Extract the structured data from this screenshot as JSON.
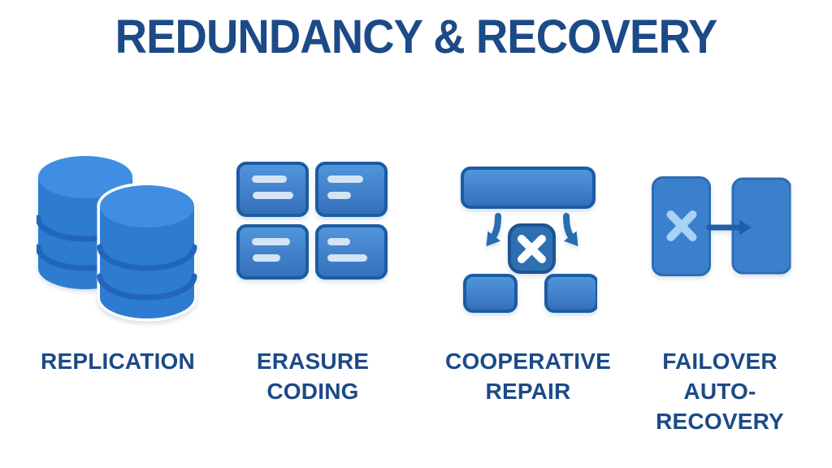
{
  "title": "REDUNDANCY & RECOVERY",
  "palette": {
    "heading_text": "#1c4a87",
    "icon_primary_blue": "#2f7dd3",
    "icon_dark_border": "#1a5ca4",
    "icon_light_detail": "#d3e4f7",
    "background": "#ffffff"
  },
  "items": [
    {
      "label": "REPLICATION",
      "icon": "database-replication-icon"
    },
    {
      "label": "ERASURE\nCODING",
      "icon": "erasure-coding-blocks-icon"
    },
    {
      "label": "COOPERATIVE\nREPAIR",
      "icon": "cooperative-repair-icon"
    },
    {
      "label": "FAILOVER\nAUTO-\nRECOVERY",
      "icon": "failover-auto-recovery-icon"
    }
  ]
}
